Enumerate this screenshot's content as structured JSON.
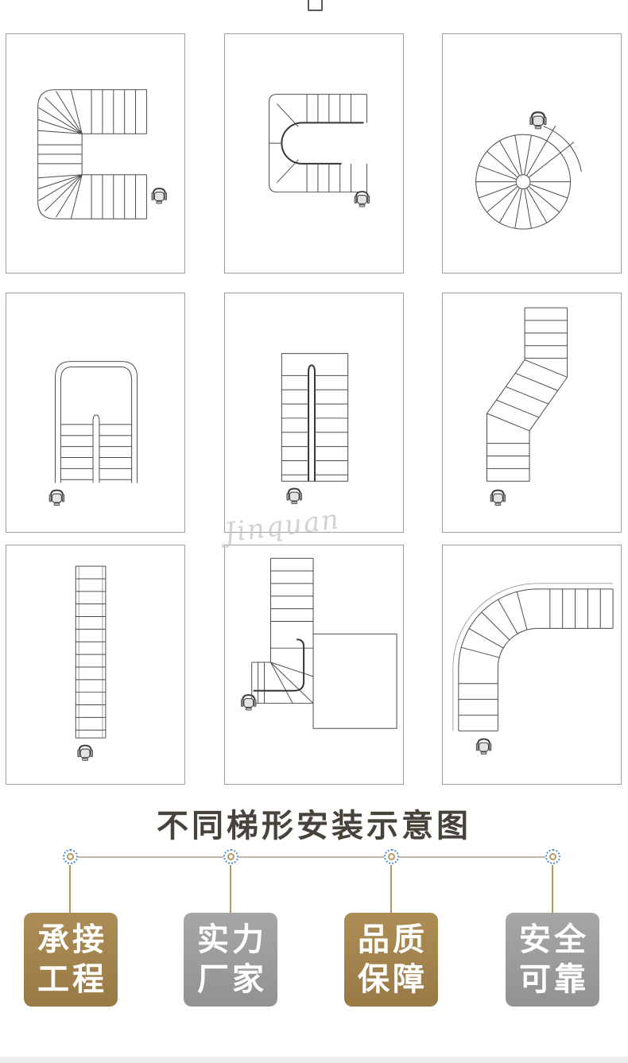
{
  "title": {
    "text": "不同梯形安装示意图"
  },
  "watermark": {
    "text": "Jinquan"
  },
  "diagrams": [
    {
      "name": "u-stair-double-fan-turn-plan"
    },
    {
      "name": "u-stair-hairpin-rail-plan"
    },
    {
      "name": "spiral-stair-plan"
    },
    {
      "name": "parallel-flights-top-turn-plan"
    },
    {
      "name": "narrow-switchback-stair-plan"
    },
    {
      "name": "dogleg-diagonal-stair-plan"
    },
    {
      "name": "straight-stair-plan"
    },
    {
      "name": "l-turn-stair-landing-plan"
    },
    {
      "name": "curved-quarter-turn-stair-plan"
    }
  ],
  "badges": [
    {
      "line1": "承接",
      "line2": "工程",
      "color": "#a3834e"
    },
    {
      "line1": "实力",
      "line2": "厂家",
      "color": "#9c9c9c"
    },
    {
      "line1": "品质",
      "line2": "保障",
      "color": "#a3834e"
    },
    {
      "line1": "安全",
      "line2": "可靠",
      "color": "#9c9c9c"
    }
  ],
  "colors": {
    "badge_brown": "#a3834e",
    "badge_gray": "#9c9c9c",
    "timeline_line": "#c0b8a6",
    "timeline_drop": "#b5985f",
    "node_ring": "#4a8fd4",
    "line_art": "#4c4c4c"
  }
}
